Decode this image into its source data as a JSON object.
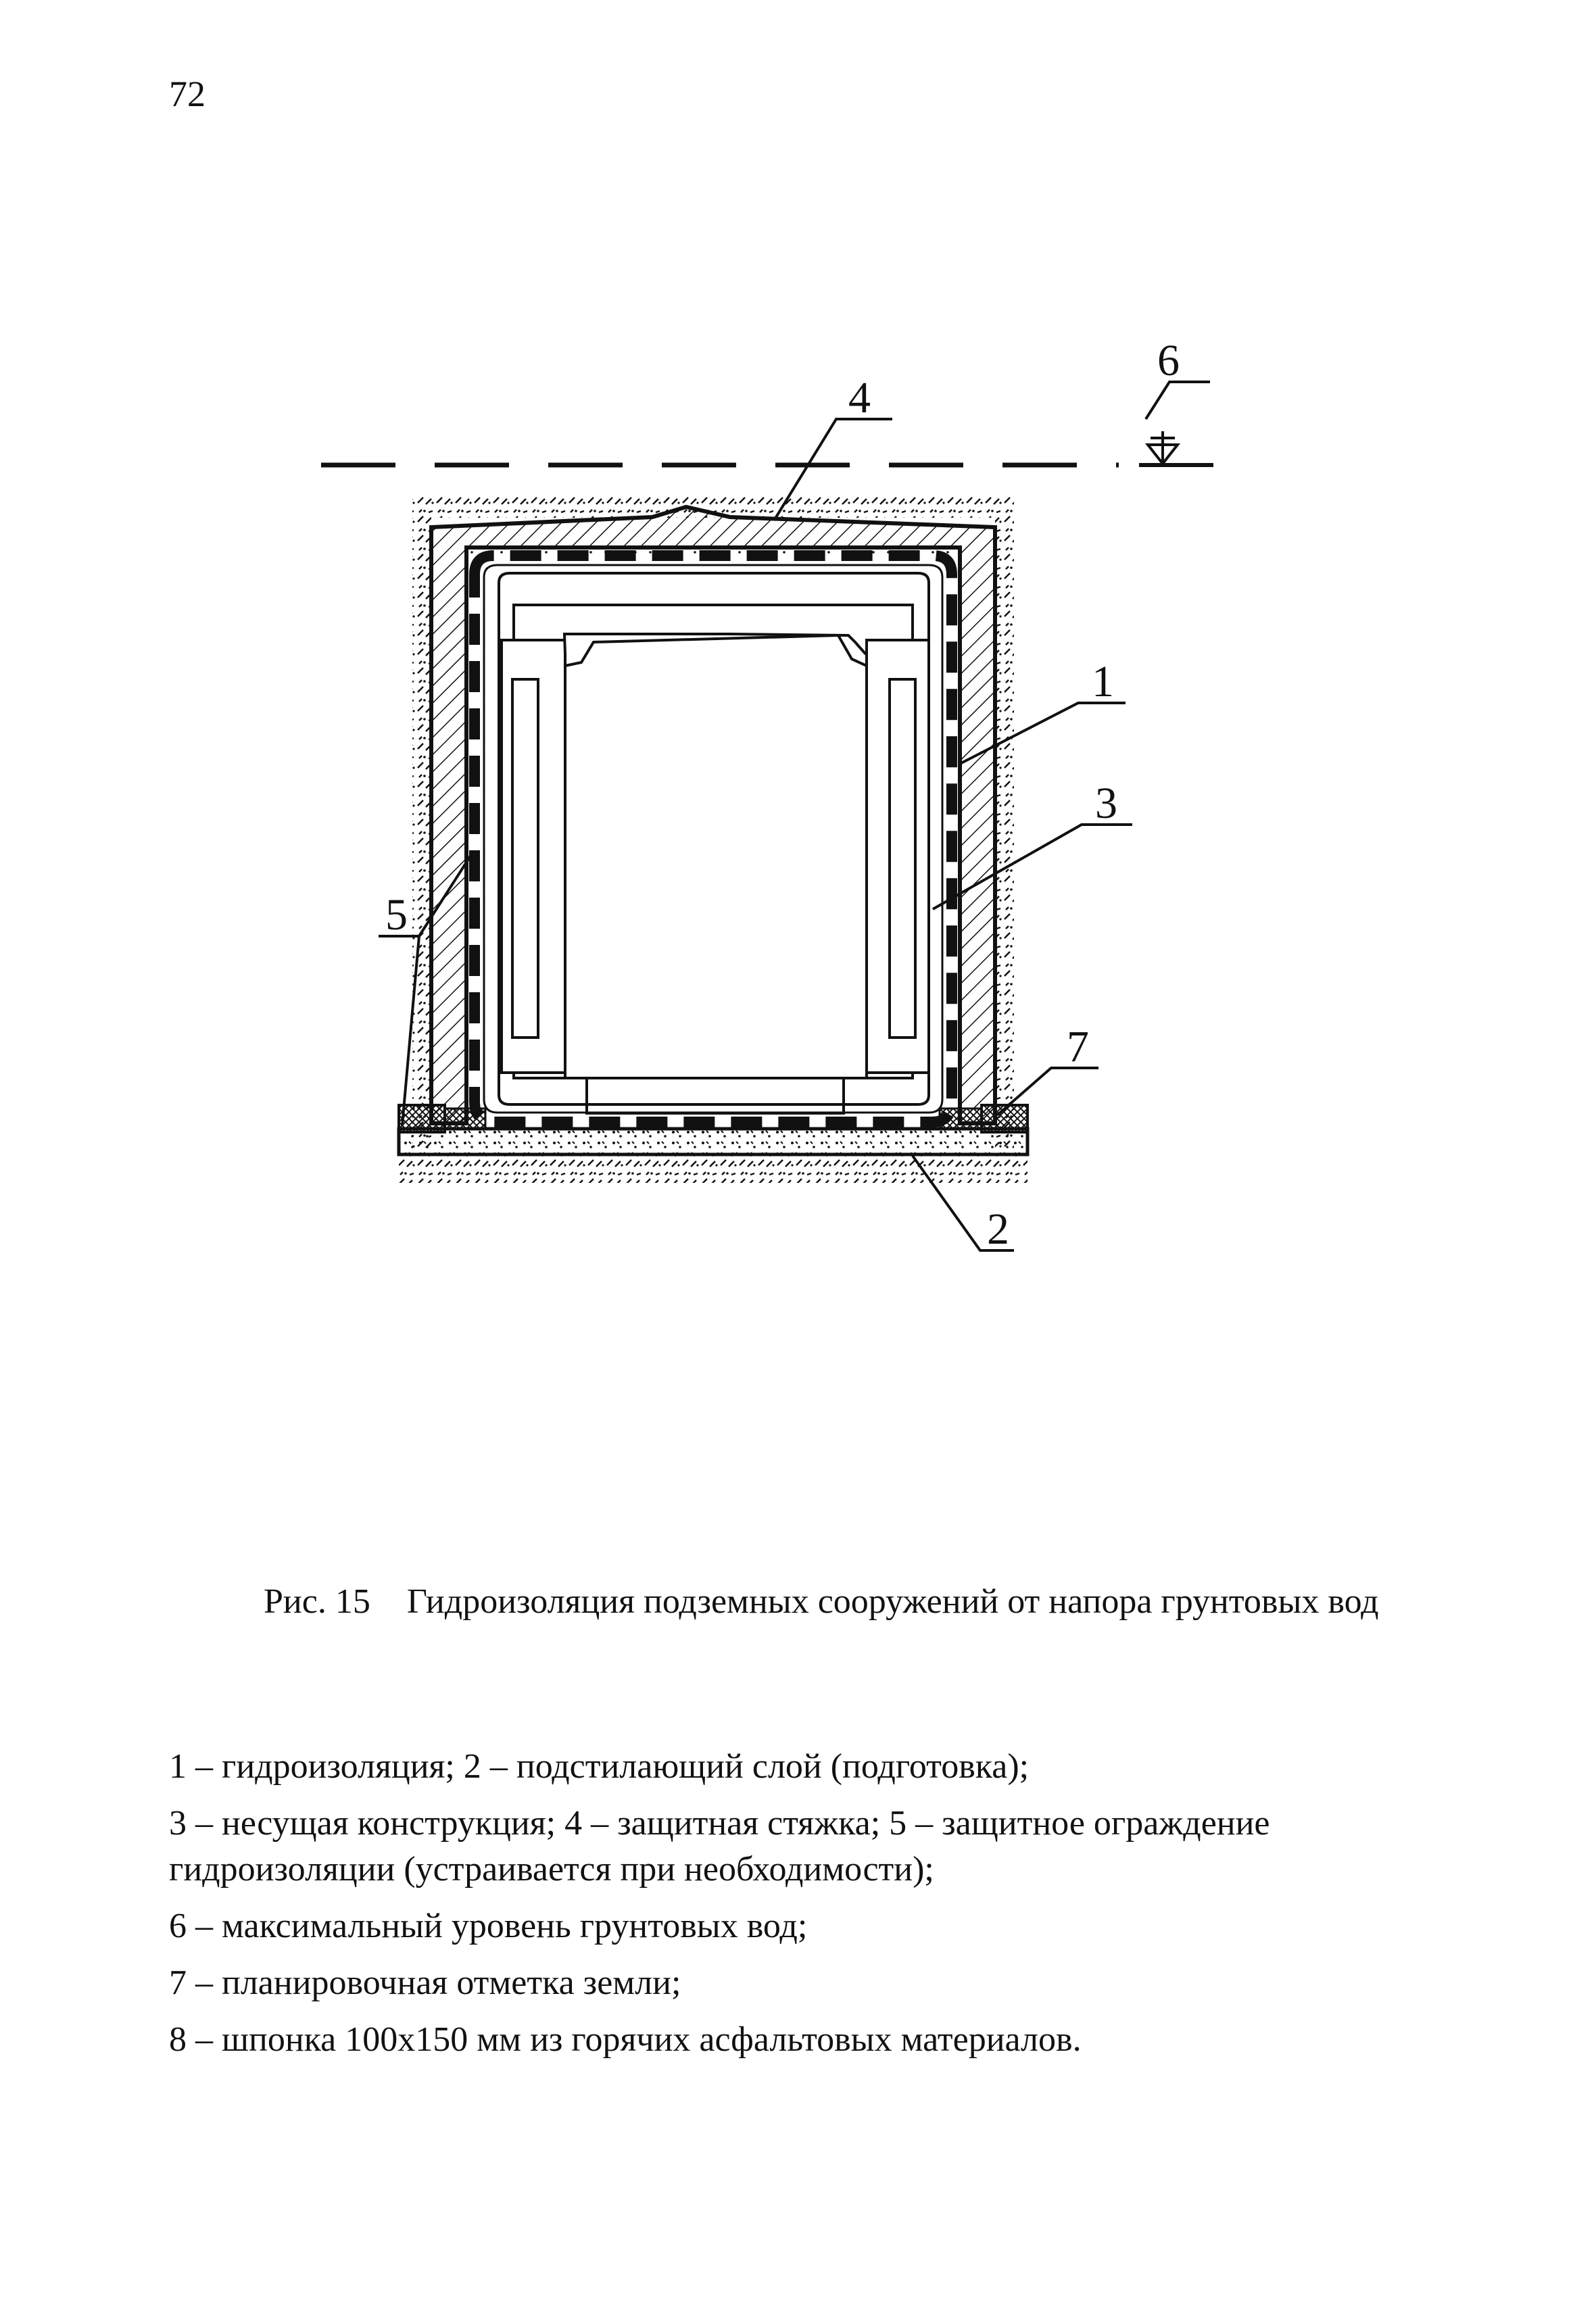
{
  "page": {
    "number": "72"
  },
  "figure": {
    "callouts": {
      "c1": "1",
      "c2": "2",
      "c3": "3",
      "c4": "4",
      "c5": "5",
      "c6": "6",
      "c7": "7"
    }
  },
  "caption": {
    "label": "Рис. 15",
    "text": "Гидроизоляция подземных сооружений от напора грунтовых вод"
  },
  "legend": [
    "1 – гидроизоляция; 2 – подстилающий слой (подготовка);",
    "3 – несущая конструкция; 4 – защитная стяжка; 5 – защитное ограждение гидроизоляции (устраивается при необходимости);",
    "6 – максимальный уровень грунтовых вод;",
    "7 – планировочная отметка земли;",
    "8 – шпонка 100х150 мм из горячих асфальтовых материалов."
  ],
  "colors": {
    "ink": "#111111",
    "paper": "#ffffff"
  }
}
